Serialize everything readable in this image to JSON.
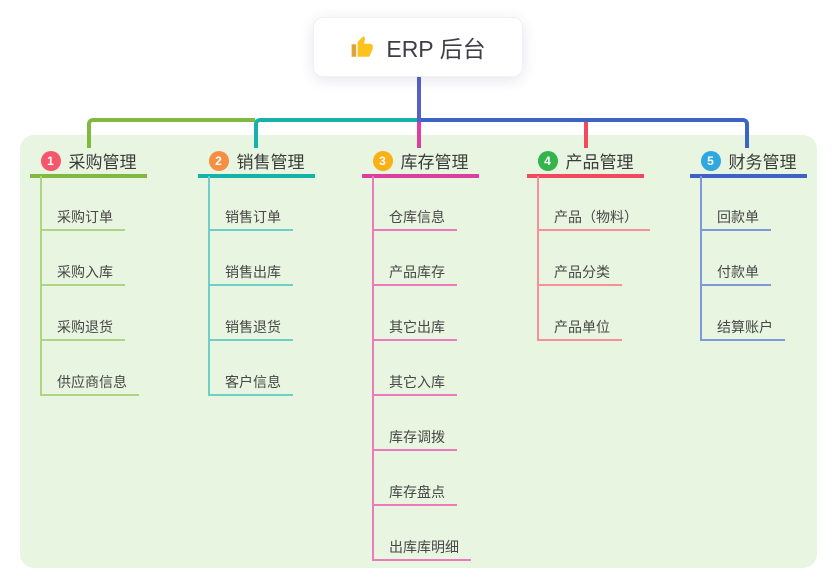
{
  "root": {
    "label": "ERP 后台",
    "icon": "thumbs-up-icon",
    "line_color": "#5561c8"
  },
  "panel": {
    "background": "#e8f5e1"
  },
  "branches": [
    {
      "badge": "1",
      "title": "采购管理",
      "color": "#7fb93f",
      "light_color": "#aed584",
      "badge_color": "#f4566b",
      "children": [
        "采购订单",
        "采购入库",
        "采购退货",
        "供应商信息"
      ]
    },
    {
      "badge": "2",
      "title": "销售管理",
      "color": "#14b2ab",
      "light_color": "#6fcfc8",
      "badge_color": "#f68f41",
      "children": [
        "销售订单",
        "销售出库",
        "销售退货",
        "客户信息"
      ]
    },
    {
      "badge": "3",
      "title": "库存管理",
      "color": "#dc3f9d",
      "light_color": "#ee7abe",
      "badge_color": "#fbb017",
      "children": [
        "仓库信息",
        "产品库存",
        "其它出库",
        "其它入库",
        "库存调拨",
        "库存盘点",
        "出库库明细"
      ]
    },
    {
      "badge": "4",
      "title": "产品管理",
      "color": "#f4485e",
      "light_color": "#f7909b",
      "badge_color": "#34b44c",
      "children": [
        "产品（物料）",
        "产品分类",
        "产品单位"
      ]
    },
    {
      "badge": "5",
      "title": "财务管理",
      "color": "#3d63c5",
      "light_color": "#7d99d8",
      "badge_color": "#2fa8e0",
      "children": [
        "回款单",
        "付款单",
        "结算账户"
      ]
    }
  ]
}
